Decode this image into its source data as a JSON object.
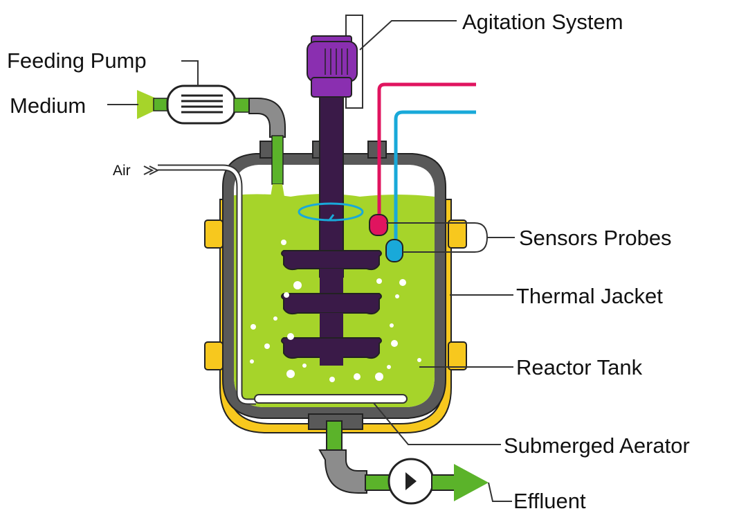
{
  "labels": {
    "agitation_system": "Agitation System",
    "feeding_pump": "Feeding Pump",
    "medium": "Medium",
    "air": "Air",
    "sensors_probes": "Sensors Probes",
    "thermal_jacket": "Thermal Jacket",
    "reactor_tank": "Reactor Tank",
    "submerged_aerator": "Submerged Aerator",
    "effluent": "Effluent"
  },
  "colors": {
    "medium_green": "#a6d42a",
    "pipe_green": "#5bb32a",
    "tank_gray": "#595959",
    "jacket_yellow": "#f7c81e",
    "motor_purple": "#8a2fb0",
    "shaft_purple": "#3a1a48",
    "probe_red": "#e0145f",
    "probe_blue": "#19a9d9",
    "elbow_gray": "#8c8c8c"
  },
  "icons": {
    "motor": "motor-icon",
    "pump": "pump-icon",
    "effluent_pump": "circulator-pump-icon",
    "rotation": "rotation-arrow-icon"
  }
}
